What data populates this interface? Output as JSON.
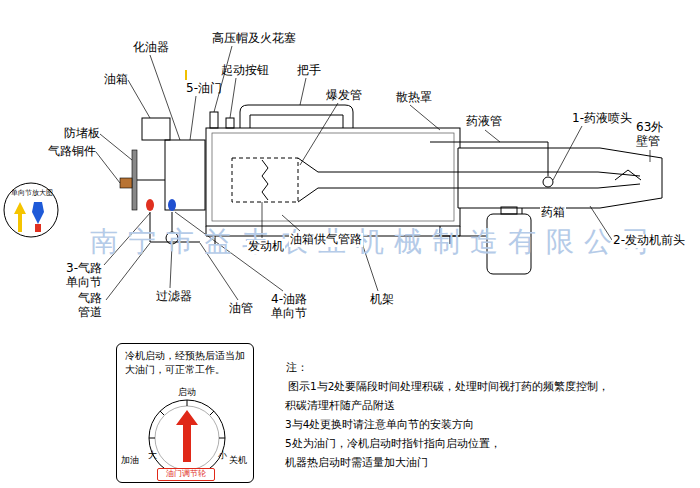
{
  "diagram": {
    "nodes": [
      {
        "text": [
          "冷机启动，经预热后适当加大油门，可正常工作。"
        ]
      },
      {
        "text": [
          "油门调节轮"
        ],
        "in": 0
      }
    ],
    "labels": [
      "化油器",
      "高压帽及火花塞",
      "起动按钮",
      "把手",
      "油箱",
      "5-油门",
      "爆发管",
      "散热罩",
      "药液管",
      "1-药液喷头",
      "63外 壁管",
      "防堵板",
      "气路铜件",
      "单向节放大图",
      "3-气路 单向节",
      "气路 管道",
      "过滤器",
      "油管",
      "4-油路 单向节",
      "发动机",
      "油箱供气管路",
      "机架",
      "药箱",
      "2-发动机前头",
      "南宁市益丰农业机械制造有限公司",
      "注：",
      "图示1与2处要隔段时间处理积碳，处理时间视打药的频繁度控制，",
      "积碳清理杆随产品附送",
      "3与4处更换时请注意单向节的安装方向",
      "5处为油门，冷机启动时指针指向启动位置，",
      "机器热启动时需适量加大油门",
      "启动",
      "加油",
      "大",
      "小",
      "关机"
    ]
  }
}
